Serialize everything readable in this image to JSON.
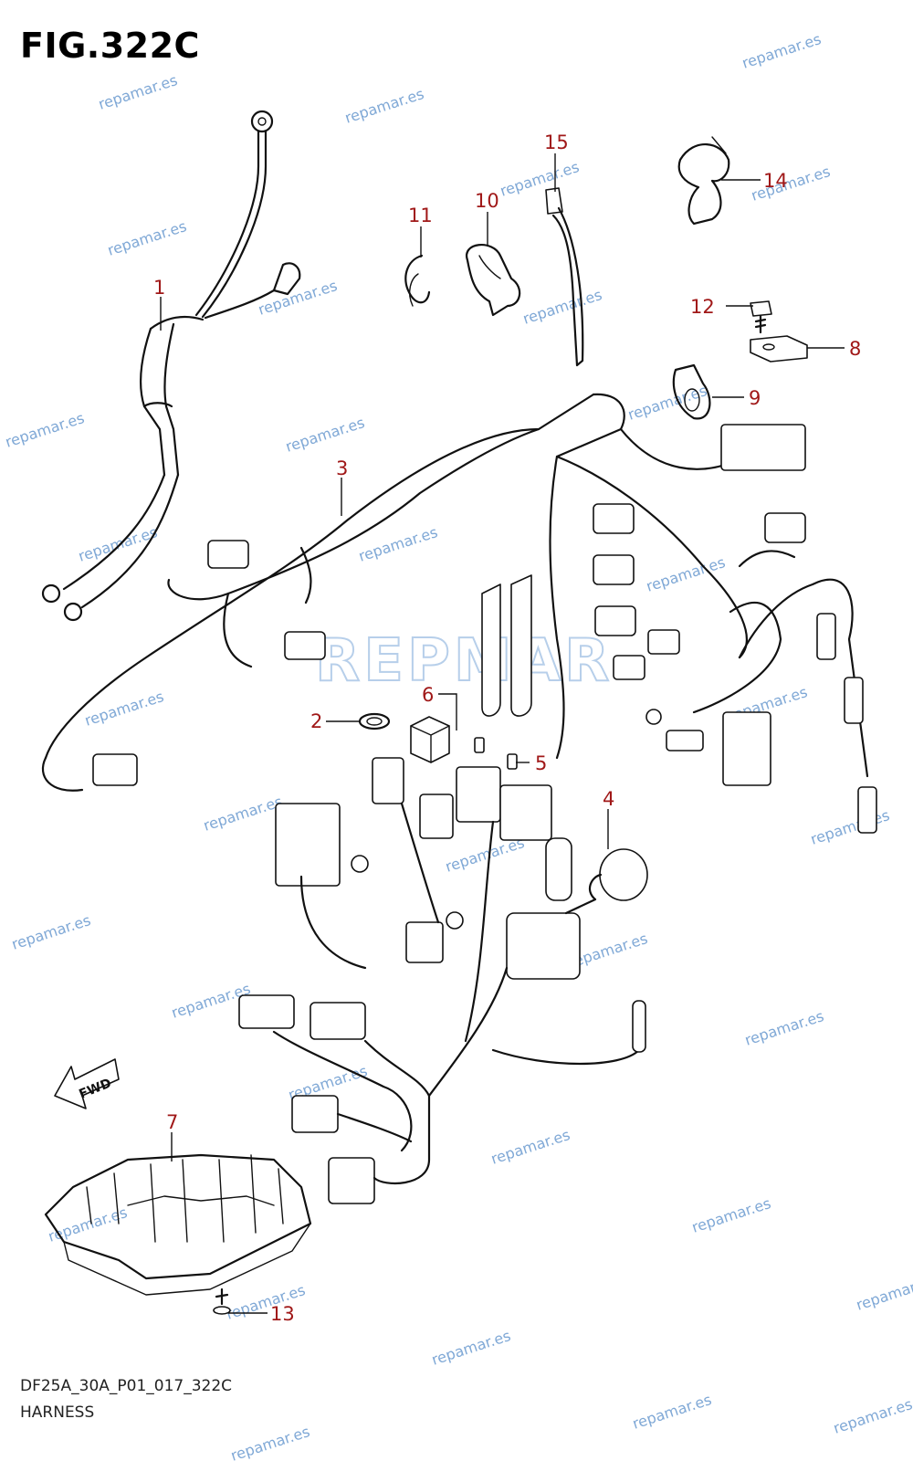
{
  "header": {
    "figure_title": "FIG.322C"
  },
  "footer": {
    "drawing_code": "DF25A_30A_P01_017_322C",
    "section_name": "HARNESS"
  },
  "watermark": {
    "text": "repamar.es",
    "logo_text": "REPMAR",
    "color": "#7fa8d6"
  },
  "callouts": [
    {
      "id": "1",
      "label": "1"
    },
    {
      "id": "2",
      "label": "2"
    },
    {
      "id": "3",
      "label": "3"
    },
    {
      "id": "4",
      "label": "4"
    },
    {
      "id": "5",
      "label": "5"
    },
    {
      "id": "6",
      "label": "6"
    },
    {
      "id": "7",
      "label": "7"
    },
    {
      "id": "8",
      "label": "8"
    },
    {
      "id": "9",
      "label": "9"
    },
    {
      "id": "10",
      "label": "10"
    },
    {
      "id": "11",
      "label": "11"
    },
    {
      "id": "12",
      "label": "12"
    },
    {
      "id": "13",
      "label": "13"
    },
    {
      "id": "14",
      "label": "14"
    },
    {
      "id": "15",
      "label": "15"
    }
  ],
  "fwd_arrow": {
    "label": "FWD"
  },
  "colors": {
    "callout_text": "#a01818",
    "line_art": "#111111",
    "watermark": "#7fa8d6"
  }
}
